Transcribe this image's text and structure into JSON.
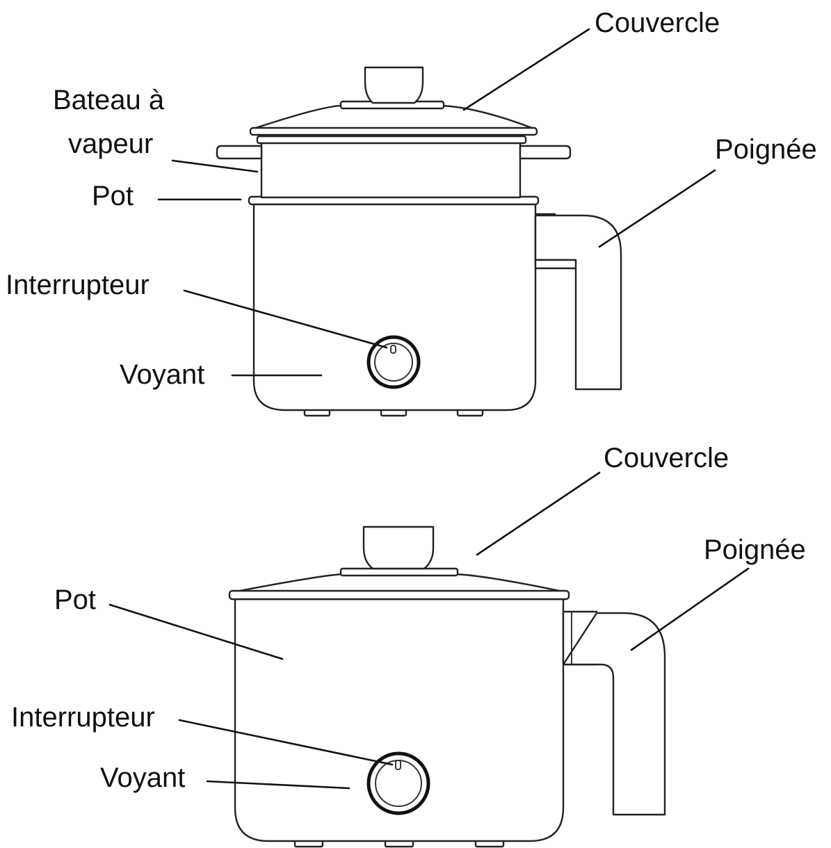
{
  "figure_top": {
    "labels": {
      "lid": "Couvercle",
      "steamer_line1": "Bateau à",
      "steamer_line2": "vapeur",
      "pot": "Pot",
      "handle": "Poignée",
      "switch": "Interrupteur",
      "indicator": "Voyant"
    }
  },
  "figure_bottom": {
    "labels": {
      "lid": "Couvercle",
      "handle": "Poignée",
      "pot": "Pot",
      "switch": "Interrupteur",
      "indicator": "Voyant"
    }
  }
}
